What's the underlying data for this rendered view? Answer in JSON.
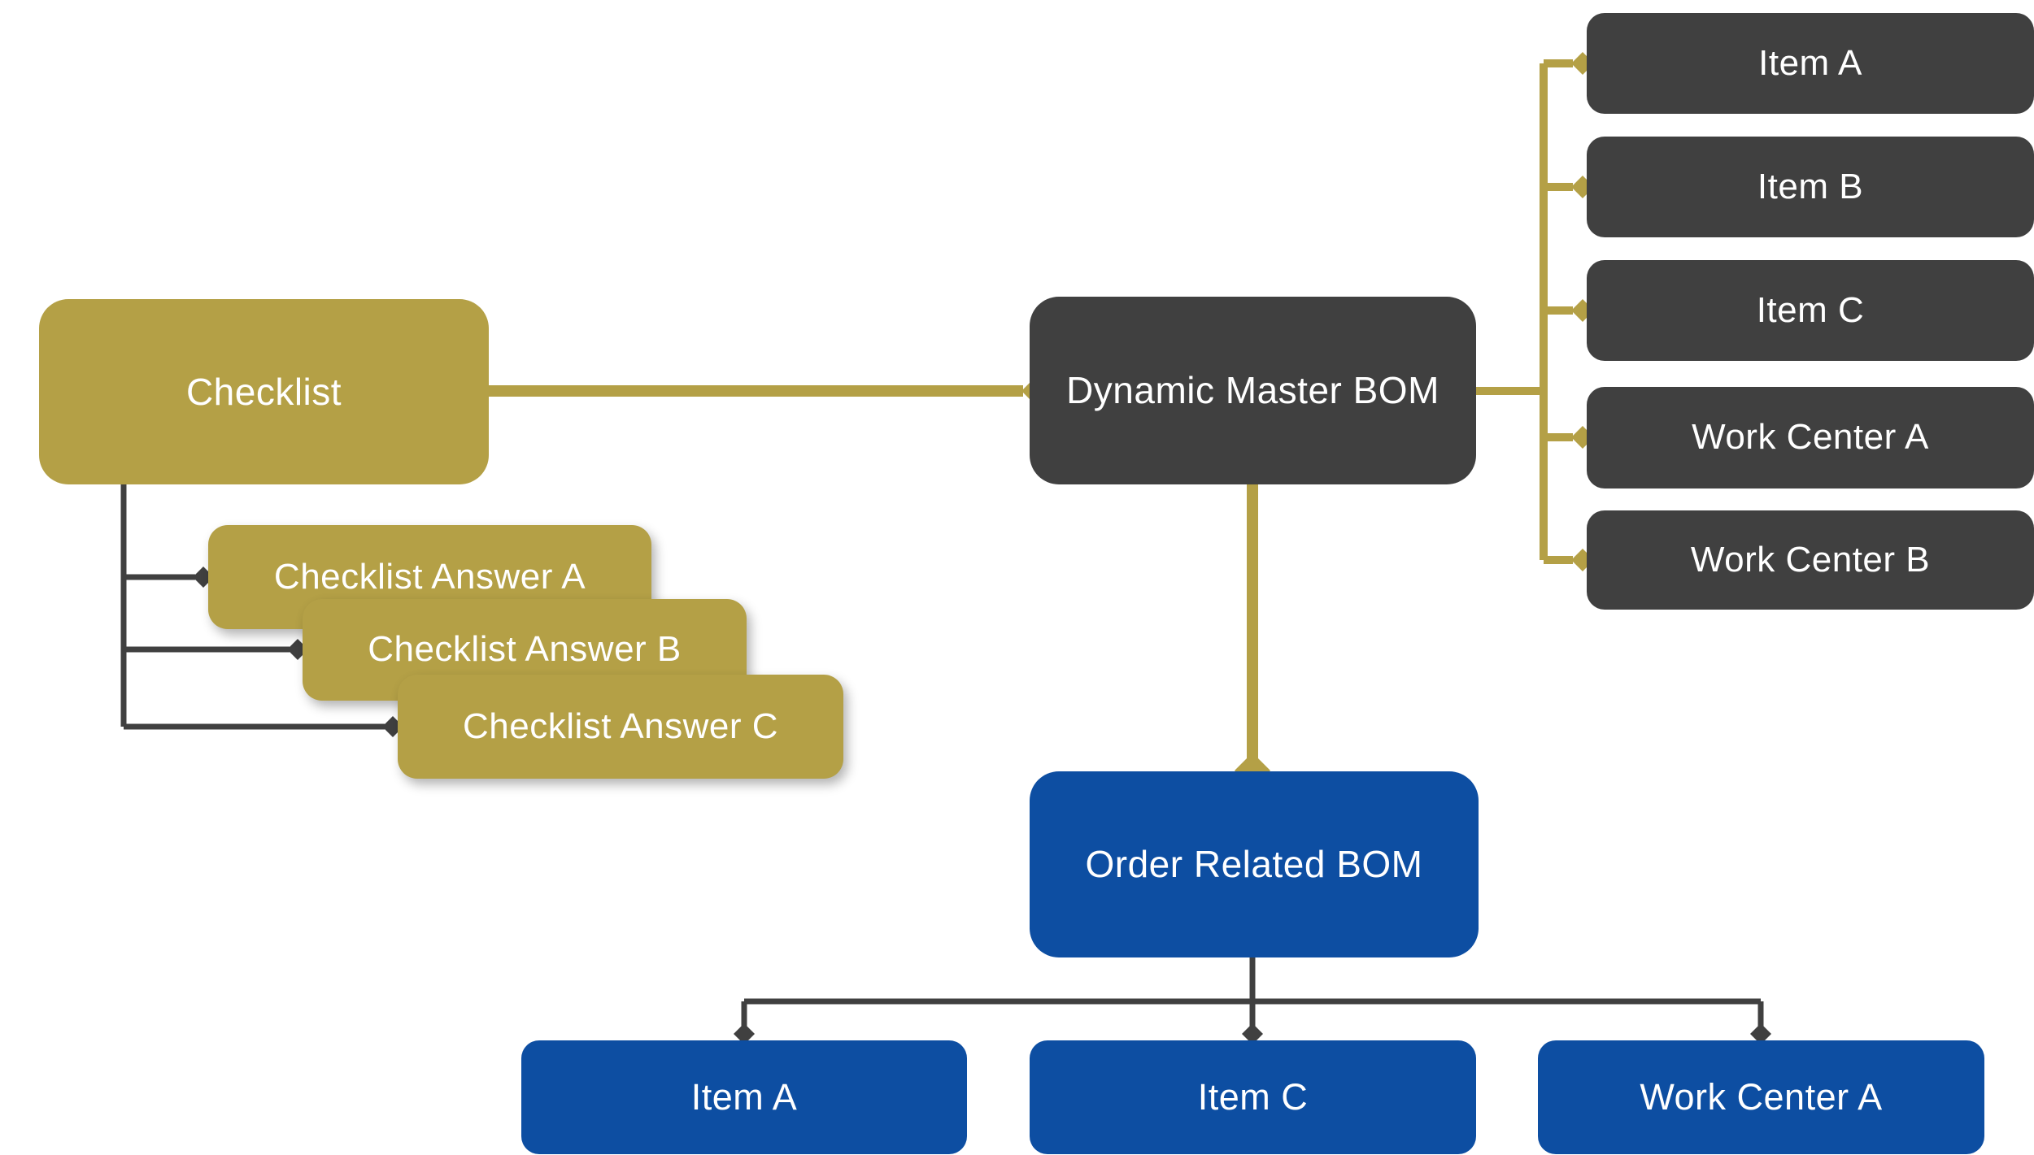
{
  "colors": {
    "gold": "#B4A046",
    "dark_gray": "#404040",
    "blue": "#0D4EA2",
    "connector_gold": "#B4A046",
    "connector_dark": "#404040",
    "text": "#FFFFFF",
    "background": "#FFFFFF"
  },
  "nodes": {
    "checklist": {
      "label": "Checklist"
    },
    "checklist_answers": [
      {
        "label": "Checklist Answer A"
      },
      {
        "label": "Checklist Answer B"
      },
      {
        "label": "Checklist Answer C"
      }
    ],
    "dynamic_master_bom": {
      "label": "Dynamic Master BOM"
    },
    "master_bom_children": [
      {
        "label": "Item A"
      },
      {
        "label": "Item B"
      },
      {
        "label": "Item C"
      },
      {
        "label": "Work Center A"
      },
      {
        "label": "Work Center B"
      }
    ],
    "order_related_bom": {
      "label": "Order Related BOM"
    },
    "order_bom_children": [
      {
        "label": "Item A"
      },
      {
        "label": "Item C"
      },
      {
        "label": "Work Center A"
      }
    ]
  }
}
